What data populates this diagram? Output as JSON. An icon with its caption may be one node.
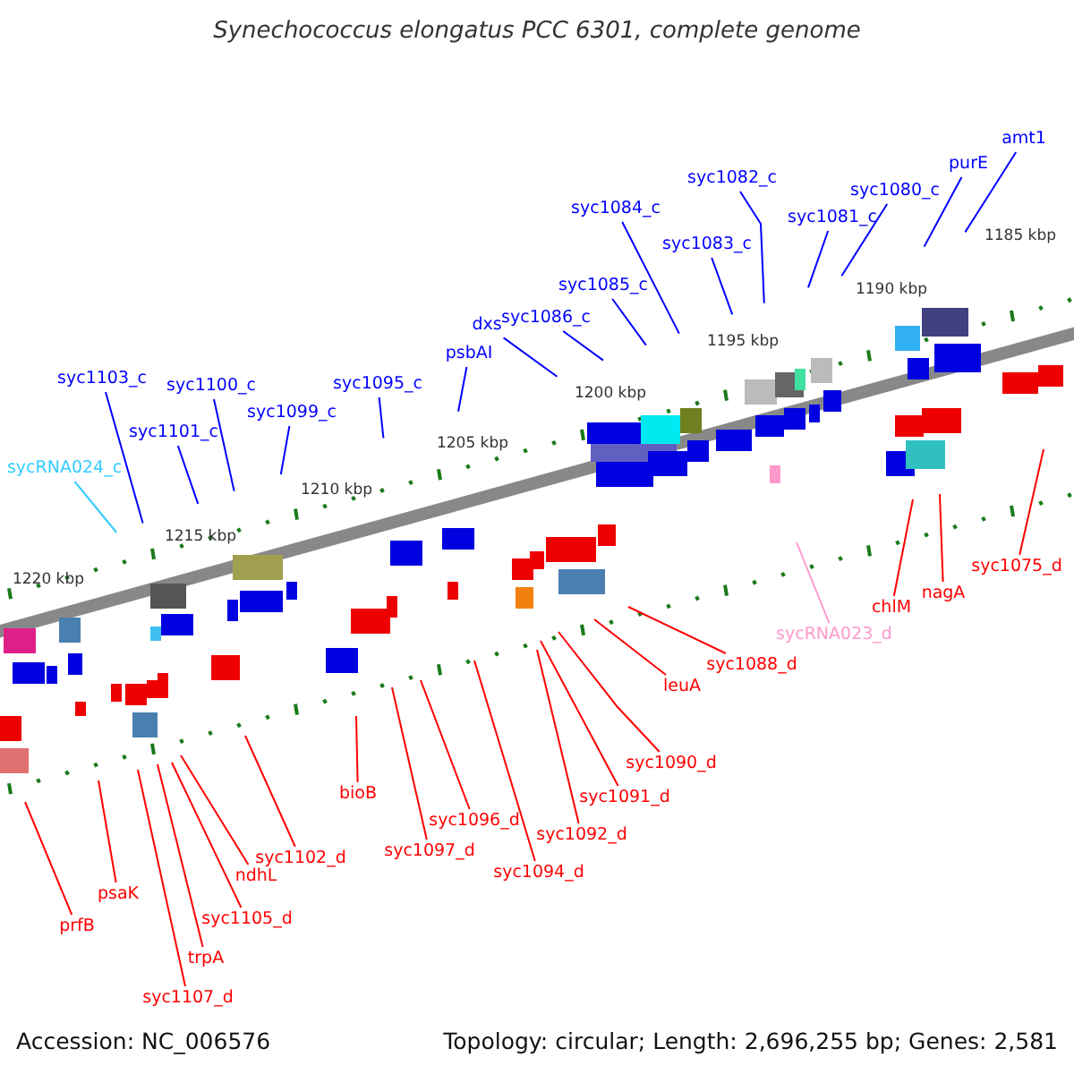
{
  "diagram": {
    "title": "Synechococcus elongatus PCC 6301, complete genome",
    "nodes": [
      {
        "text": [
          "amt1"
        ]
      },
      {
        "text": [
          "purE"
        ]
      },
      {
        "text": [
          "syc1082_c"
        ]
      },
      {
        "text": [
          "syc1080_c"
        ]
      },
      {
        "text": [
          "syc1084_c"
        ]
      },
      {
        "text": [
          "syc1081_c"
        ]
      },
      {
        "text": [
          "syc1083_c"
        ]
      },
      {
        "text": [
          "syc1085_c"
        ]
      },
      {
        "text": [
          "syc1086_c"
        ]
      },
      {
        "text": [
          "dxs"
        ]
      },
      {
        "text": [
          "psbAI"
        ]
      },
      {
        "text": [
          "syc1095_c"
        ]
      },
      {
        "text": [
          "syc1099_c"
        ]
      },
      {
        "text": [
          "syc1103_c"
        ]
      },
      {
        "text": [
          "syc1100_c"
        ]
      },
      {
        "text": [
          "syc1101_c"
        ]
      },
      {
        "text": [
          "sycRNA024_c"
        ]
      },
      {
        "text": [
          "syc1075_d"
        ]
      },
      {
        "text": [
          "chlM"
        ]
      },
      {
        "text": [
          "nagA"
        ]
      },
      {
        "text": [
          "sycRNA023_d"
        ]
      },
      {
        "text": [
          "syc1088_d"
        ]
      },
      {
        "text": [
          "leuA"
        ]
      },
      {
        "text": [
          "syc1090_d"
        ]
      },
      {
        "text": [
          "syc1091_d"
        ]
      },
      {
        "text": [
          "syc1092_d"
        ]
      },
      {
        "text": [
          "syc1094_d"
        ]
      },
      {
        "text": [
          "syc1096_d"
        ]
      },
      {
        "text": [
          "syc1097_d"
        ]
      },
      {
        "text": [
          "bioB"
        ]
      },
      {
        "text": [
          "syc1102_d"
        ]
      },
      {
        "text": [
          "ndhL"
        ]
      },
      {
        "text": [
          "syc1105_d"
        ]
      },
      {
        "text": [
          "trpA"
        ]
      },
      {
        "text": [
          "syc1107_d"
        ]
      },
      {
        "text": [
          "psaK"
        ]
      },
      {
        "text": [
          "prfB"
        ]
      }
    ],
    "edges": [
      {
        "from": 0,
        "to": null,
        "arrow": "none",
        "color": "#0000ff"
      },
      {
        "from": 1,
        "to": null,
        "arrow": "none",
        "color": "#0000ff"
      },
      {
        "from": 2,
        "to": null,
        "arrow": "none",
        "color": "#0000ff"
      },
      {
        "from": 3,
        "to": null,
        "arrow": "none",
        "color": "#0000ff"
      },
      {
        "from": 4,
        "to": null,
        "arrow": "none",
        "color": "#0000ff"
      },
      {
        "from": 5,
        "to": null,
        "arrow": "none",
        "color": "#0000ff"
      },
      {
        "from": 6,
        "to": null,
        "arrow": "none",
        "color": "#0000ff"
      },
      {
        "from": 7,
        "to": null,
        "arrow": "none",
        "color": "#0000ff"
      },
      {
        "from": 8,
        "to": null,
        "arrow": "none",
        "color": "#0000ff"
      },
      {
        "from": 9,
        "to": null,
        "arrow": "none",
        "color": "#0000ff"
      },
      {
        "from": 10,
        "to": null,
        "arrow": "none",
        "color": "#0000ff"
      },
      {
        "from": 11,
        "to": null,
        "arrow": "none",
        "color": "#0000ff"
      },
      {
        "from": 12,
        "to": null,
        "arrow": "none",
        "color": "#0000ff"
      },
      {
        "from": 13,
        "to": null,
        "arrow": "none",
        "color": "#0000ff"
      },
      {
        "from": 14,
        "to": null,
        "arrow": "none",
        "color": "#0000ff"
      },
      {
        "from": 15,
        "to": null,
        "arrow": "none",
        "color": "#0000ff"
      },
      {
        "from": 16,
        "to": null,
        "arrow": "none",
        "color": "#33ccff"
      },
      {
        "from": 17,
        "to": null,
        "arrow": "none"
      },
      {
        "from": 18,
        "to": null,
        "arrow": "none"
      },
      {
        "from": 19,
        "to": null,
        "arrow": "none"
      },
      {
        "from": 20,
        "to": null,
        "arrow": "none",
        "color": "#ff99cc"
      },
      {
        "from": 21,
        "to": null,
        "arrow": "none"
      },
      {
        "from": 22,
        "to": null,
        "arrow": "none"
      },
      {
        "from": 23,
        "to": null,
        "arrow": "none"
      },
      {
        "from": 24,
        "to": null,
        "arrow": "none"
      },
      {
        "from": 25,
        "to": null,
        "arrow": "none"
      },
      {
        "from": 26,
        "to": null,
        "arrow": "none"
      },
      {
        "from": 27,
        "to": null,
        "arrow": "none"
      },
      {
        "from": 28,
        "to": null,
        "arrow": "none"
      },
      {
        "from": 29,
        "to": null,
        "arrow": "none"
      },
      {
        "from": 30,
        "to": null,
        "arrow": "none"
      },
      {
        "from": 31,
        "to": null,
        "arrow": "none"
      },
      {
        "from": 32,
        "to": null,
        "arrow": "none"
      },
      {
        "from": 33,
        "to": null,
        "arrow": "none"
      },
      {
        "from": 34,
        "to": null,
        "arrow": "none"
      },
      {
        "from": 35,
        "to": null,
        "arrow": "none"
      },
      {
        "from": 36,
        "to": null,
        "arrow": "none"
      }
    ],
    "labels": [
      "1185 kbp",
      "1190 kbp",
      "1195 kbp",
      "1200 kbp",
      "1205 kbp",
      "1210 kbp",
      "1215 kbp",
      "1220 kbp",
      "Accession: NC_006576",
      "Topology: circular; Length: 2,696,255 bp; Genes: 2,581"
    ]
  }
}
